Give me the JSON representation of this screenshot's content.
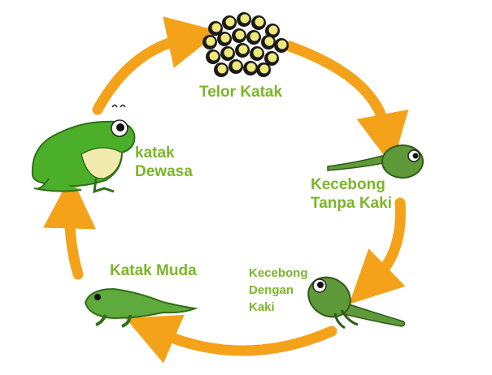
{
  "diagram": {
    "stages": [
      {
        "id": "eggs",
        "lines": [
          "Telor Katak"
        ]
      },
      {
        "id": "tadpole-no-legs",
        "lines": [
          "Kecebong",
          "Tanpa Kaki"
        ]
      },
      {
        "id": "tadpole-with-legs",
        "lines": [
          "Kecebong",
          "Dengan",
          "Kaki"
        ]
      },
      {
        "id": "young-frog",
        "lines": [
          "Katak Muda"
        ]
      },
      {
        "id": "adult-frog",
        "lines": [
          "katak",
          "Dewasa"
        ]
      }
    ],
    "colors": {
      "arrow": "#f5a21b",
      "label": "#7bb52a",
      "frog_body": "#4caf2a",
      "frog_dark": "#2f6f18",
      "frog_belly": "#f1ebb0",
      "egg": "#f0e87a",
      "egg_dark": "#1a1a1a",
      "tadpole": "#5f9a3a"
    }
  }
}
